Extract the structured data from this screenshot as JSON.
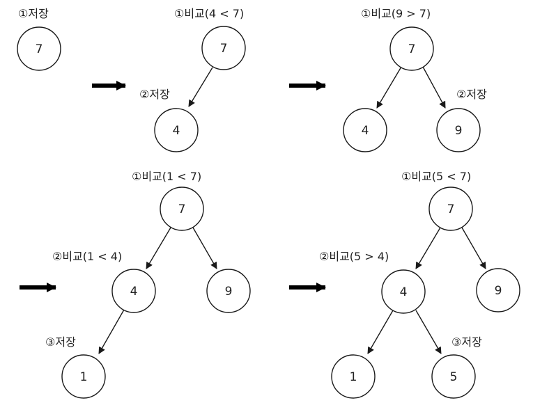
{
  "colors": {
    "stroke": "#1a1a1a",
    "text": "#222222",
    "arrow": "#000000",
    "background": "#ffffff"
  },
  "steps": [
    {
      "nodes": [
        {
          "value": "7"
        }
      ],
      "labels": [
        {
          "text": "①저장"
        }
      ]
    },
    {
      "nodes": [
        {
          "value": "7"
        },
        {
          "value": "4"
        }
      ],
      "labels": [
        {
          "text": "①비교(4 < 7)"
        },
        {
          "text": "②저장"
        }
      ]
    },
    {
      "nodes": [
        {
          "value": "7"
        },
        {
          "value": "4"
        },
        {
          "value": "9"
        }
      ],
      "labels": [
        {
          "text": "①비교(9 > 7)"
        },
        {
          "text": "②저장"
        }
      ]
    },
    {
      "nodes": [
        {
          "value": "7"
        },
        {
          "value": "4"
        },
        {
          "value": "9"
        },
        {
          "value": "1"
        }
      ],
      "labels": [
        {
          "text": "①비교(1 < 7)"
        },
        {
          "text": "②비교(1 < 4)"
        },
        {
          "text": "③저장"
        }
      ]
    },
    {
      "nodes": [
        {
          "value": "7"
        },
        {
          "value": "4"
        },
        {
          "value": "9"
        },
        {
          "value": "1"
        },
        {
          "value": "5"
        }
      ],
      "labels": [
        {
          "text": "①비교(5 < 7)"
        },
        {
          "text": "②비교(5 > 4)"
        },
        {
          "text": "③저장"
        }
      ]
    }
  ]
}
